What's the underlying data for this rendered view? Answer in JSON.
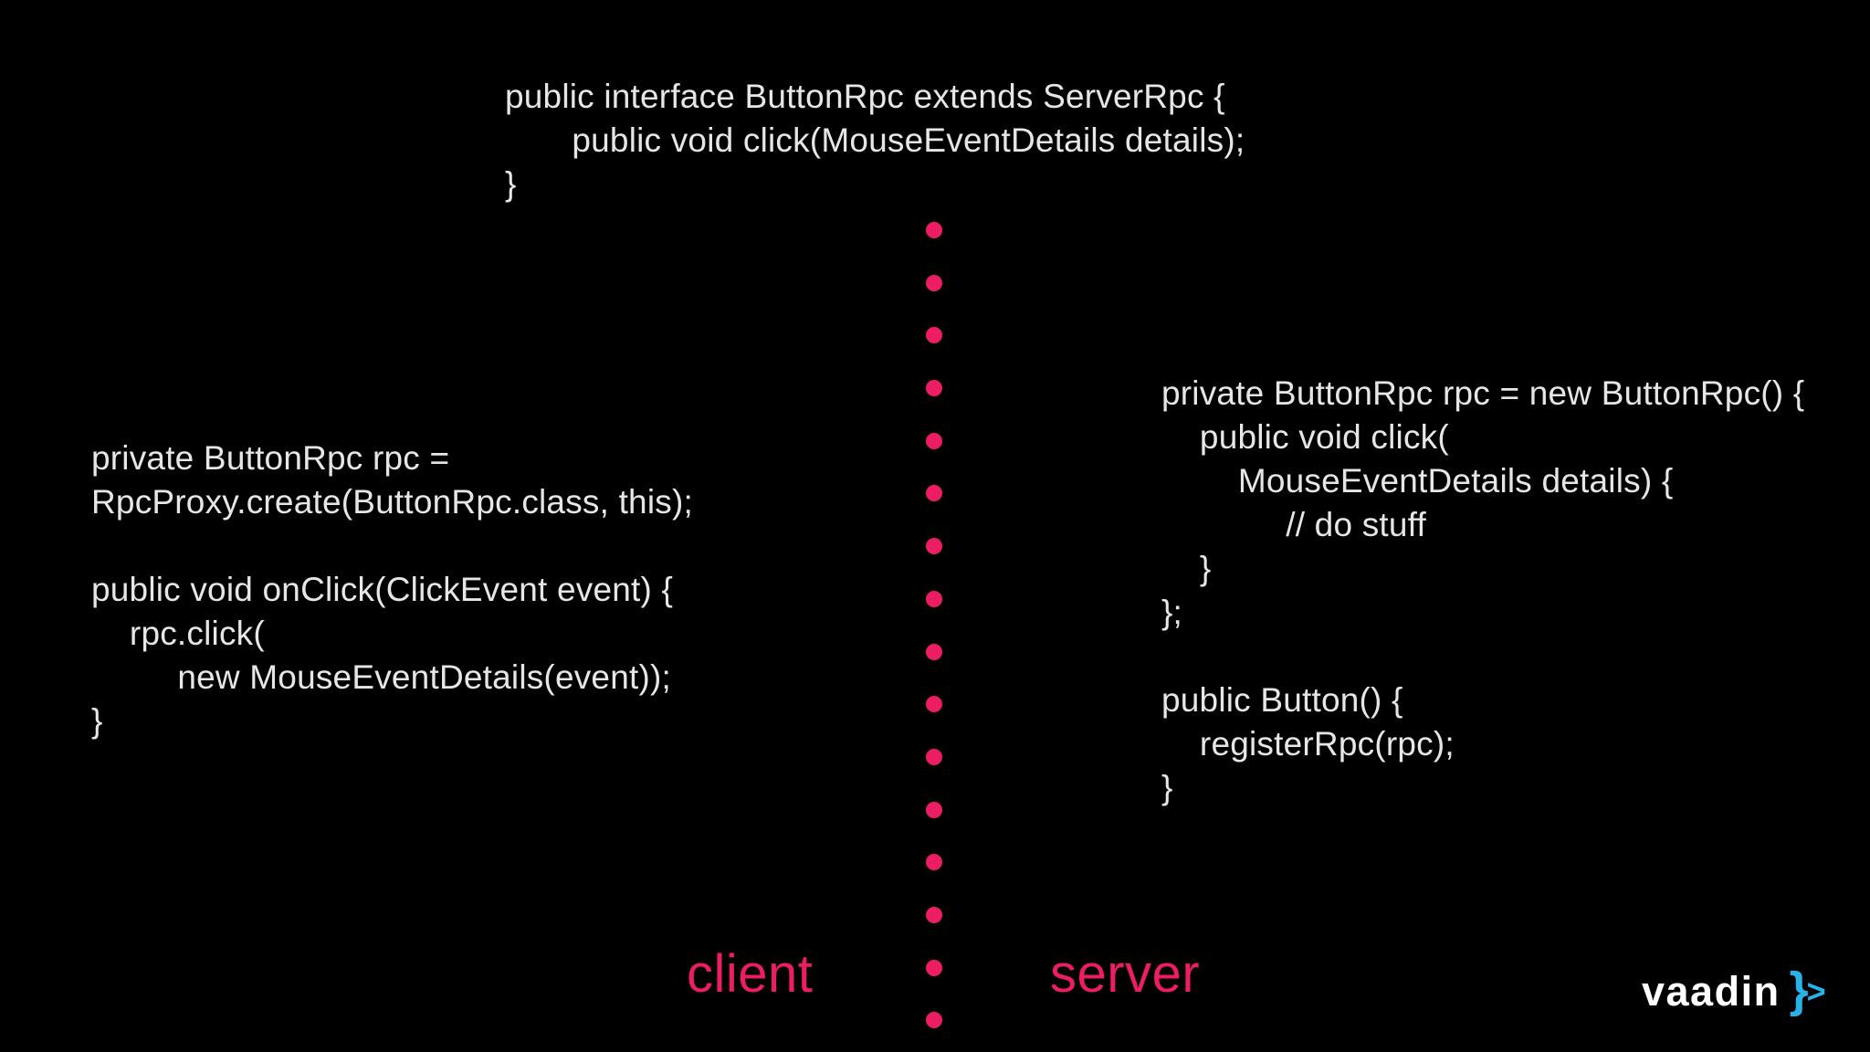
{
  "slide": {
    "background": "#000000",
    "code_text_color": "#e6e6e6",
    "accent_pink": "#ec1d64",
    "vaadin_blue": "#27b2e8"
  },
  "shared_interface_code": {
    "lines": [
      "public interface ButtonRpc extends ServerRpc {",
      "       public void click(MouseEventDetails details);",
      "}"
    ]
  },
  "client_code": {
    "lines": [
      "private ButtonRpc rpc =",
      "RpcProxy.create(ButtonRpc.class, this);",
      "",
      "public void onClick(ClickEvent event) {",
      "    rpc.click(",
      "         new MouseEventDetails(event));",
      "}"
    ]
  },
  "server_code": {
    "lines": [
      "private ButtonRpc rpc = new ButtonRpc() {",
      "    public void click(",
      "        MouseEventDetails details) {",
      "             // do stuff",
      "    }",
      "};",
      "",
      "public Button() {",
      "    registerRpc(rpc);",
      "}"
    ]
  },
  "divider": {
    "dot_count": 16,
    "dot_color": "#ec1d64"
  },
  "labels": {
    "client": "client",
    "server": "server"
  },
  "logo": {
    "word": "vaadin",
    "brace": "}",
    "arrow": ">"
  }
}
